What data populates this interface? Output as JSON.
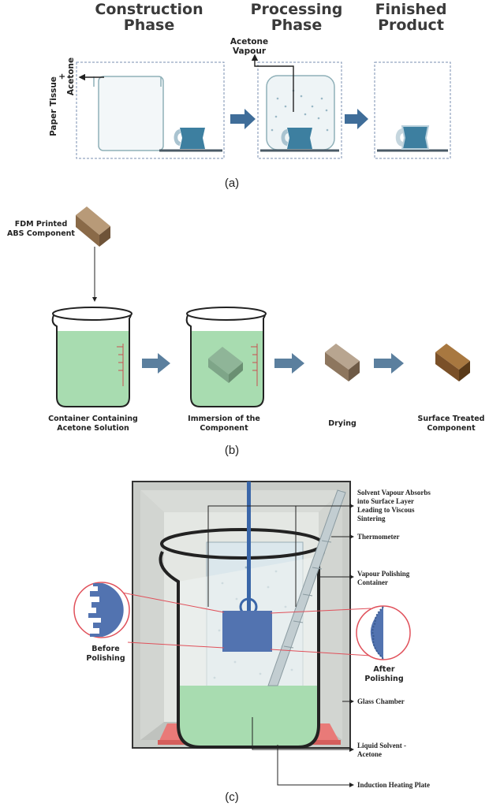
{
  "panel_a": {
    "phases": [
      "Construction",
      "Phase",
      "Processing",
      "Phase",
      "Finished",
      "Product"
    ],
    "paper_tissue": "Paper Tissue",
    "plus": "+",
    "acetone": "Acetone",
    "acetone_vapour_1": "Acetone",
    "acetone_vapour_2": "Vapour",
    "caption": "(a)"
  },
  "panel_b": {
    "fdm_1": "FDM Printed",
    "fdm_2": "ABS Component",
    "step1_1": "Container Containing",
    "step1_2": "Acetone Solution",
    "step2_1": "Immersion of the",
    "step2_2": "Component",
    "step3": "Drying",
    "step4_1": "Surface Treated",
    "step4_2": "Component",
    "caption": "(b)"
  },
  "panel_c": {
    "absorb_1": "Solvent Vapour Absorbs",
    "absorb_2": "into Surface Layer",
    "absorb_3": "Leading to Viscous",
    "absorb_4": "Sintering",
    "thermometer": "Thermometer",
    "container_1": "Vapour Polishing",
    "container_2": "Container",
    "glass": "Glass Chamber",
    "liquid_1": "Liquid Solvent -",
    "liquid_2": "Acetone",
    "heater": "Induction Heating Plate",
    "before_1": "Before",
    "before_2": "Polishing",
    "after_1": "After",
    "after_2": "Polishing",
    "caption": "(c)"
  },
  "colors": {
    "arrow_blue": "#3f6d99",
    "part_teal": "#3d7fa0",
    "liquid_green": "#a8dcb0",
    "part_brown": "#8a6a48",
    "sample_blue": "#5273b0",
    "heater_red": "#e97a78"
  }
}
